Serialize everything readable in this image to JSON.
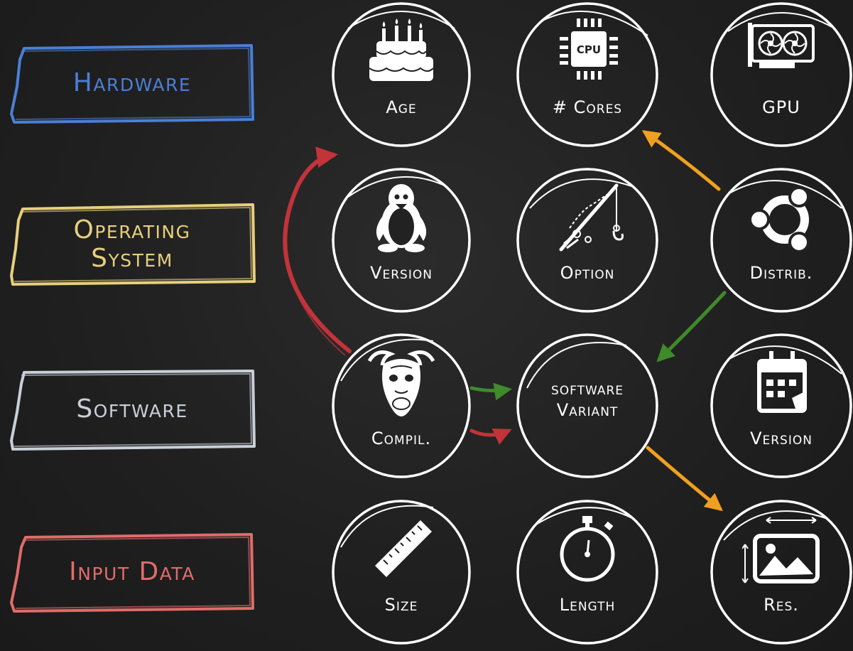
{
  "colors": {
    "hardware": "#4a7fd6",
    "os": "#e8cf7c",
    "software": "#c9cfd8",
    "input": "#e06c6a",
    "ring": "#ffffff",
    "arrow_red": "#c2333a",
    "arrow_orange": "#f0a020",
    "arrow_green": "#3f8a2a"
  },
  "categories": {
    "hardware": "Hardware",
    "os_line1": "Operating",
    "os_line2": "System",
    "software": "Software",
    "input": "Input Data"
  },
  "nodes": {
    "age": {
      "label": "Age",
      "icon": "birthday-cake-icon"
    },
    "cores": {
      "label": "# Cores",
      "icon": "cpu-icon",
      "icon_text": "CPU"
    },
    "gpu": {
      "label": "GPU",
      "icon": "graphics-card-icon"
    },
    "os_version": {
      "label": "Version",
      "icon": "linux-penguin-icon"
    },
    "option": {
      "label": "Option",
      "icon": "fishing-rod-icon"
    },
    "distrib": {
      "label": "Distrib.",
      "icon": "ubuntu-logo-icon"
    },
    "compil": {
      "label": "Compil.",
      "icon": "gnu-head-icon"
    },
    "variant": {
      "line1": "software",
      "line2": "Variant"
    },
    "sw_version": {
      "label": "Version",
      "icon": "calendar-icon"
    },
    "size": {
      "label": "Size",
      "icon": "ruler-icon"
    },
    "length": {
      "label": "Length",
      "icon": "stopwatch-icon"
    },
    "res": {
      "label": "Res.",
      "icon": "image-resolution-icon"
    }
  }
}
